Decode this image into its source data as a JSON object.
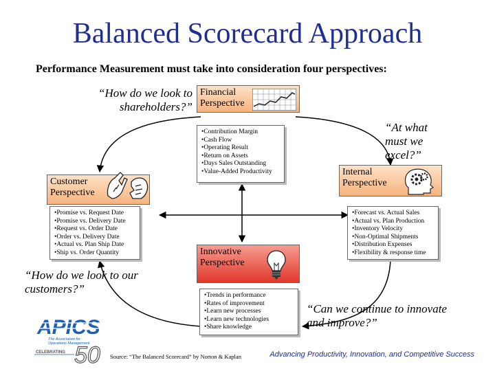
{
  "title": "Balanced Scorecard Approach",
  "subtitle": "Performance Measurement must take into consideration four perspectives:",
  "financial": {
    "quote": "“How do we look to shareholders?”",
    "header_line1": "Financial",
    "header_line2": "Perspective",
    "items": [
      "•Contribution Margin",
      "•Cash Flow",
      "•Operating Result",
      "•Return on Assets",
      "•Days Sales Outstanding",
      "•Value-Added Productivity"
    ]
  },
  "customer": {
    "quote": "“How do we look to our customers?”",
    "header_line1": "Customer",
    "header_line2": "Perspective",
    "items": [
      "•Promise vs. Request Date",
      "•Promise vs. Delivery Date",
      "•Request vs. Order Date",
      "•Order vs. Delivery Date",
      "•Actual vs. Plan Ship Date",
      "•Ship vs. Order Quantity"
    ]
  },
  "internal": {
    "quote": "“At what must we excel?”",
    "header_line1": "Internal",
    "header_line2": "Perspective",
    "items": [
      "•Forecast vs. Actual Sales",
      "•Actual vs. Plan Production",
      "•Inventory Velocity",
      "•Non-Optimal Shipments",
      "•Distribution Expenses",
      "•Flexibility & response time"
    ]
  },
  "innovative": {
    "quote": "“Can we continue to innovate and improve?”",
    "header_line1": "Innovative",
    "header_line2": "Perspective",
    "items": [
      "•Trends in performance",
      "•Rates of improvement",
      "•Learn new processes",
      "•Learn new technologies",
      "•Share knowledge"
    ]
  },
  "logo": {
    "name": "APICS",
    "tagline_line1": "The Association for",
    "tagline_line2": "Operations Management",
    "celebrating": "CELEBRATING",
    "anniversary": "50"
  },
  "source": "Source: “The Balanced Scorecard” by Norton & Kaplan",
  "footer": "Advancing Productivity, Innovation, and Competitive Success",
  "colors": {
    "title": "#1f2f8f",
    "header_orange": "#f6b37e",
    "header_red": "#e0382a",
    "logo_blue": "#1f5fb0"
  }
}
